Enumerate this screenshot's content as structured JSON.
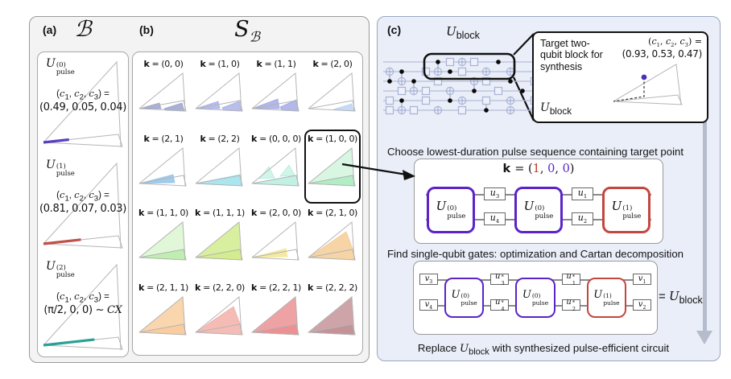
{
  "colors": {
    "pulse0": "#5a24c8",
    "pulse1": "#c4473f",
    "k_red": "#c0392b",
    "k_purple": "#5a24c8",
    "panel_c_bg": "#e9eef8",
    "wireframe": "#b5b5b5",
    "callout_dot": "#4b2fb5"
  },
  "panel_a": {
    "label": "(a)",
    "title": "ℬ",
    "items": [
      {
        "gate": "U^{(0)}_{pulse}",
        "coords_label": "(*c*_{1}, *c*_{2}, *c*_{3}) =",
        "coords_value": "(0.49, 0.05, 0.04)",
        "color": "#5a3fc0",
        "seg": 32
      },
      {
        "gate": "U^{(1)}_{pulse}",
        "coords_label": "(*c*_{1}, *c*_{2}, *c*_{3}) =",
        "coords_value": "(0.81, 0.07, 0.03)",
        "color": "#c05049",
        "seg": 47
      },
      {
        "gate": "U^{(2)}_{pulse}",
        "coords_label": "(*c*_{1}, *c*_{2}, *c*_{3}) =",
        "coords_value": "(π/2, 0, 0) ~ *CX*",
        "color": "#2aa095",
        "seg": 64
      }
    ]
  },
  "panel_b": {
    "label": "(b)",
    "title_main": "S",
    "title_sub": "ℬ",
    "cells": [
      {
        "k": "k = (0, 0)",
        "color": "#7e86bd",
        "cover": "s2",
        "highlight": false
      },
      {
        "k": "k = (1, 0)",
        "color": "#8a92dd",
        "cover": "m2",
        "highlight": false
      },
      {
        "k": "k = (1, 1)",
        "color": "#7f89da",
        "cover": "m2big",
        "highlight": false
      },
      {
        "k": "k = (2, 0)",
        "color": "#a9c6ee",
        "cover": "sliverR",
        "highlight": false
      },
      {
        "k": "k = (2, 1)",
        "color": "#6fb1e2",
        "cover": "wedgeL",
        "highlight": false
      },
      {
        "k": "k = (2, 2)",
        "color": "#7ed7e8",
        "cover": "fan",
        "highlight": false
      },
      {
        "k": "k = (0, 0, 0)",
        "color": "#8fe6cd",
        "cover": "fan_b",
        "highlight": false
      },
      {
        "k": "k = (1, 0, 0)",
        "color": "#92e6ae",
        "cover": "tall_fan",
        "highlight": true
      },
      {
        "k": "k = (1, 1, 0)",
        "color": "#a5e88f",
        "cover": "tall_fan",
        "highlight": false
      },
      {
        "k": "k = (1, 1, 1)",
        "color": "#c9e878",
        "cover": "full",
        "highlight": false
      },
      {
        "k": "k = (2, 0, 0)",
        "color": "#f0df72",
        "cover": "wedgeL",
        "highlight": false
      },
      {
        "k": "k = (2, 1, 0)",
        "color": "#f0b76a",
        "cover": "fanbig",
        "highlight": false
      },
      {
        "k": "k = (2, 1, 1)",
        "color": "#f8c48d",
        "cover": "full",
        "highlight": false
      },
      {
        "k": "k = (2, 2, 0)",
        "color": "#ef8f83",
        "cover": "fanbig",
        "highlight": false
      },
      {
        "k": "k = (2, 2, 1)",
        "color": "#e87a7e",
        "cover": "full",
        "highlight": false
      },
      {
        "k": "k = (2, 2, 2)",
        "color": "#b97e85",
        "cover": "full",
        "highlight": false
      }
    ]
  },
  "panel_c": {
    "label": "(c)",
    "u_block_top": "*U*_{block}",
    "callout": {
      "text": "Target two-qubit block for synthesis",
      "coords_label": "(*c*_{1}, *c*_{2}, *c*_{3}) =",
      "coords_value": "(0.93, 0.53, 0.47)",
      "u_block": "*U*_{block}"
    },
    "step1": "Choose lowest-duration pulse sequence containing target point",
    "k_line_parts": [
      {
        "t": "k ",
        "bold": true
      },
      {
        "t": "= ("
      },
      {
        "t": "1",
        "c": "#c0392b"
      },
      {
        "t": ", "
      },
      {
        "t": "0",
        "c": "#5a24c8"
      },
      {
        "t": ", "
      },
      {
        "t": "0",
        "c": "#5a24c8"
      },
      {
        "t": ")"
      }
    ],
    "seq1": {
      "gates": [
        {
          "type": "pulse",
          "label": "U^{(0)}_{pulse}",
          "variant": "p0"
        },
        {
          "type": "pair",
          "top": "u_{3}",
          "bottom": "u_{4}"
        },
        {
          "type": "pulse",
          "label": "U^{(0)}_{pulse}",
          "variant": "p0"
        },
        {
          "type": "pair",
          "top": "u_{1}",
          "bottom": "u_{2}"
        },
        {
          "type": "pulse",
          "label": "U^{(1)}_{pulse}",
          "variant": "p1"
        }
      ]
    },
    "step2": "Find single-qubit gates: optimization and Cartan decomposition",
    "seq2": {
      "gates": [
        {
          "type": "pair",
          "top": "v_{3}",
          "bottom": "v_{4}"
        },
        {
          "type": "pulse",
          "label": "U^{(0)}_{pulse}",
          "variant": "p0"
        },
        {
          "type": "pair",
          "top": "u^{*}_{3}",
          "bottom": "u^{*}_{4}"
        },
        {
          "type": "pulse",
          "label": "U^{(0)}_{pulse}",
          "variant": "p0"
        },
        {
          "type": "pair",
          "top": "u^{*}_{1}",
          "bottom": "u^{*}_{2}"
        },
        {
          "type": "pulse",
          "label": "U^{(1)}_{pulse}",
          "variant": "p1"
        },
        {
          "type": "pair",
          "top": "v_{1}",
          "bottom": "v_{2}"
        }
      ],
      "equals": "= *U*_{block}"
    },
    "step3": "Replace  *U*_{block}  with synthesized pulse-efficient circuit"
  }
}
